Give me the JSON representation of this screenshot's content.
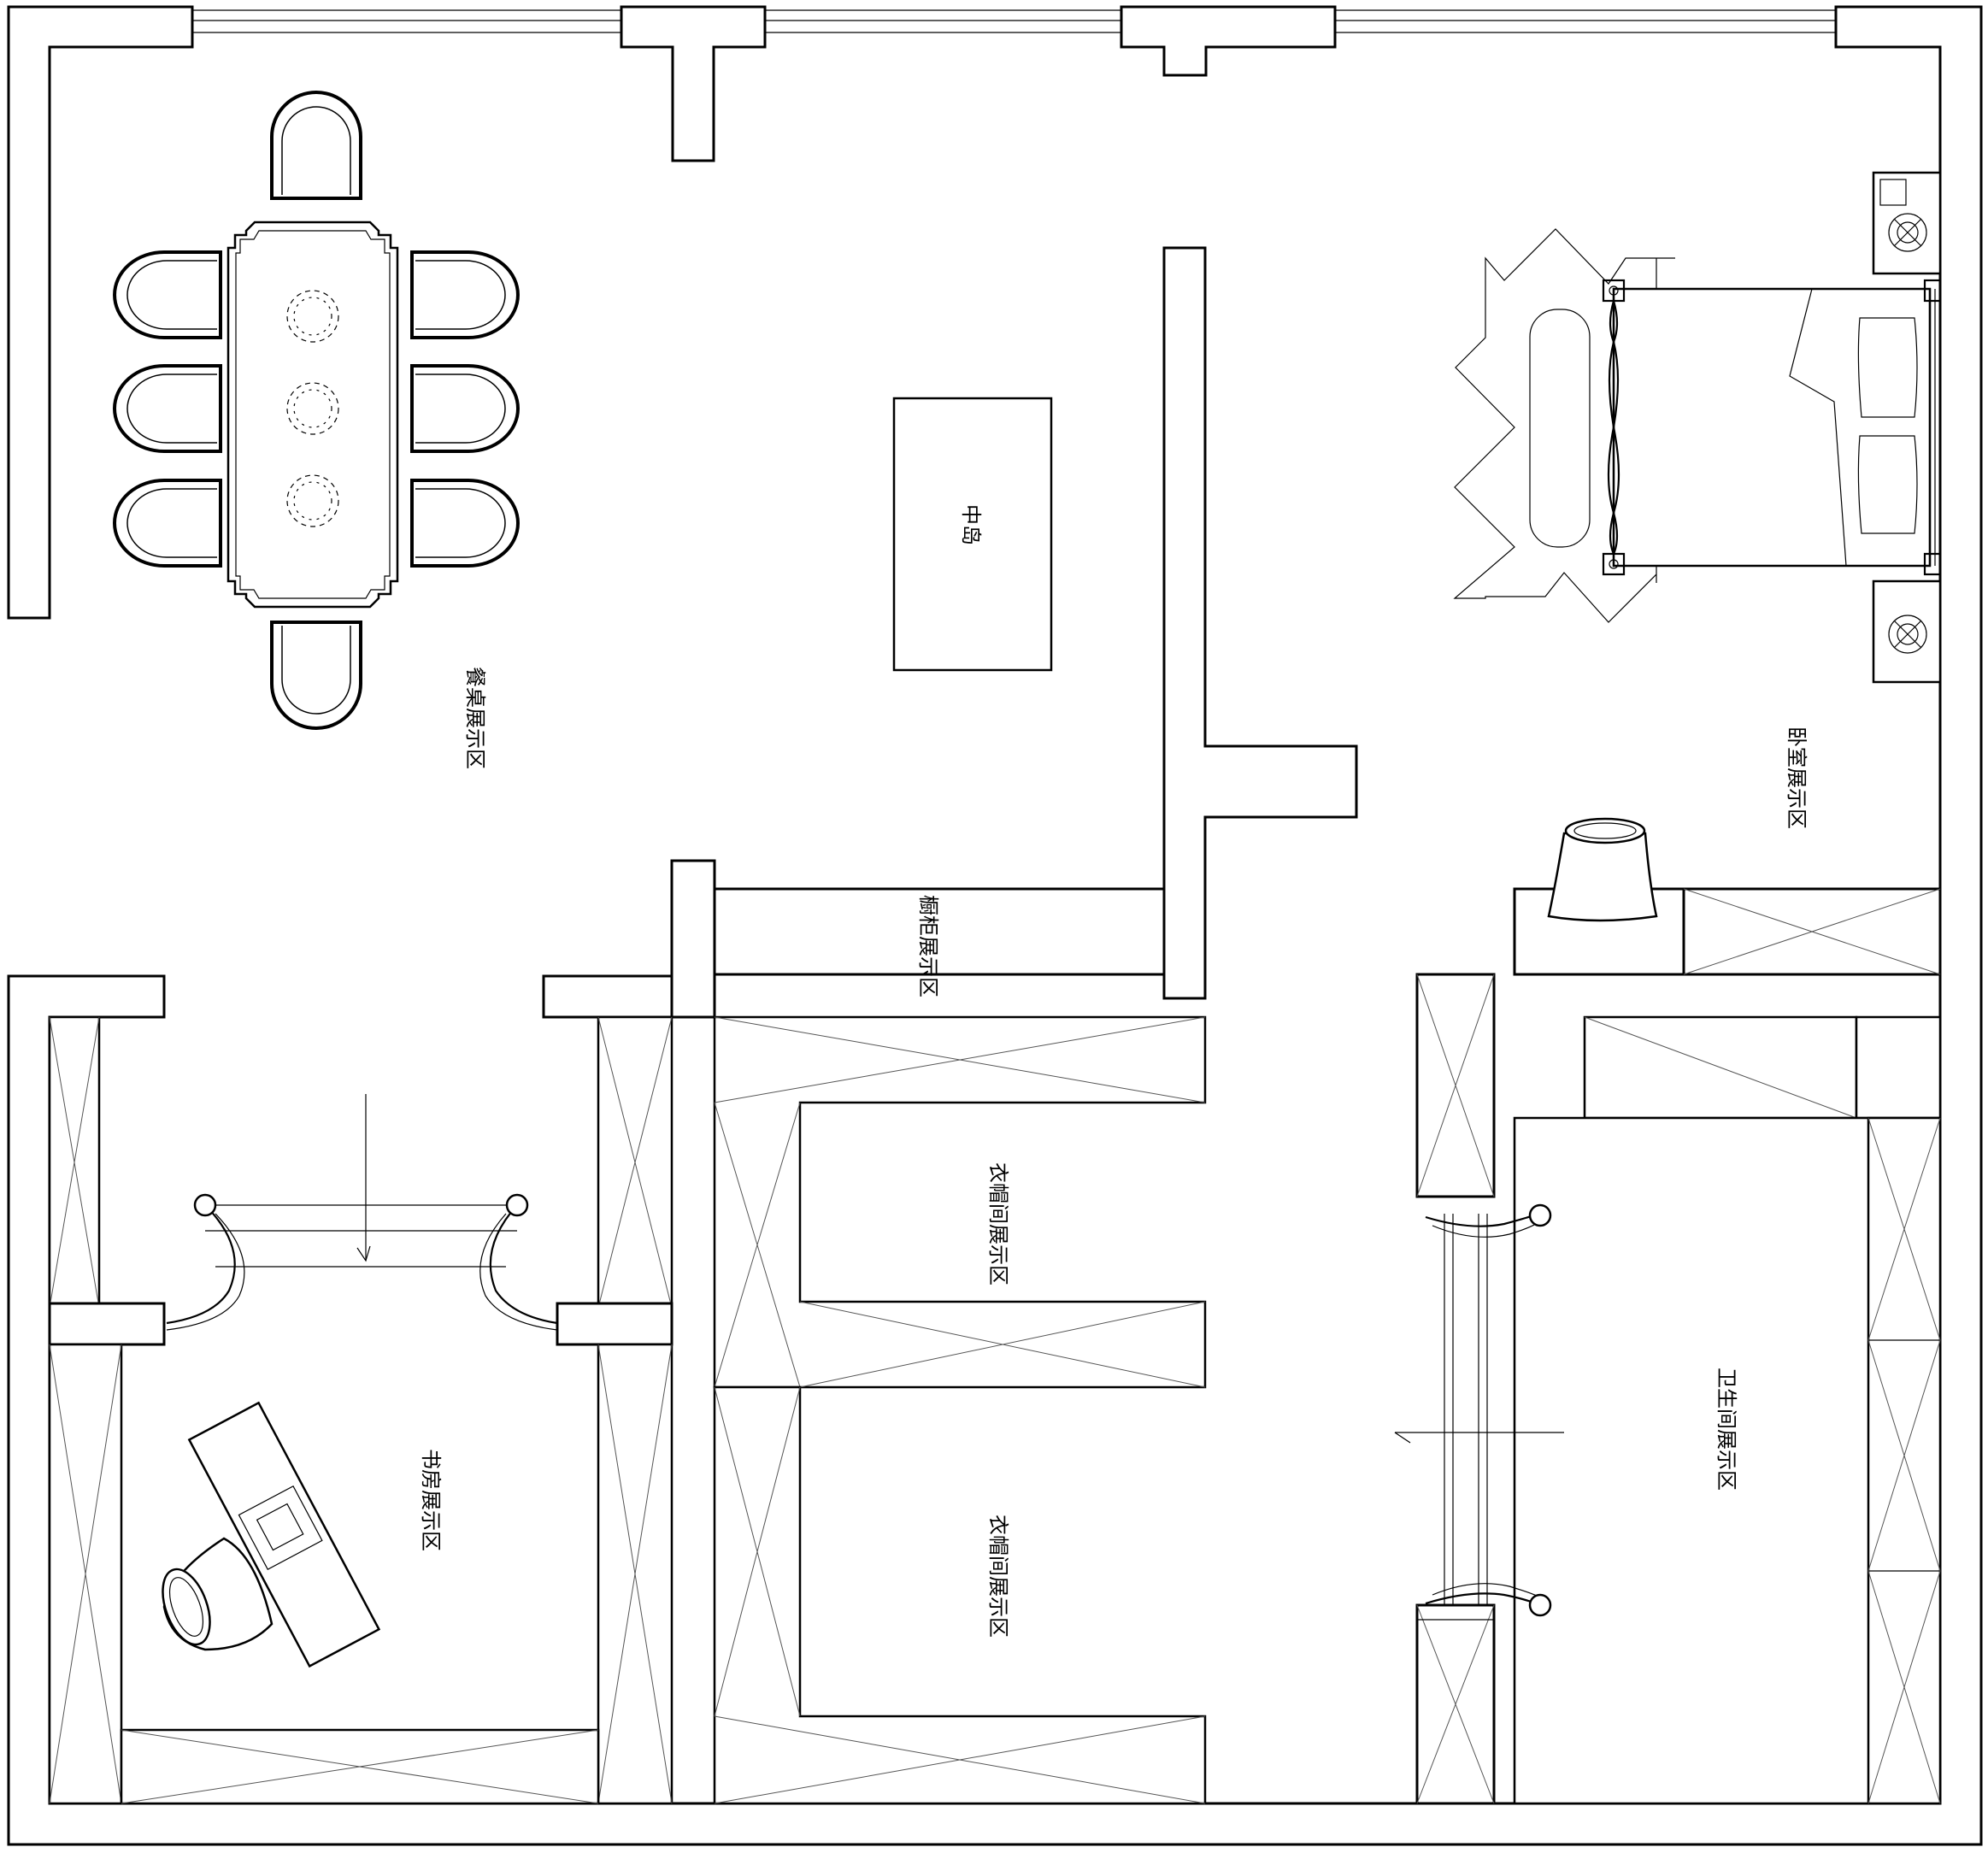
{
  "plan": {
    "labels": {
      "dining": "餐桌展示区",
      "island": "中岛",
      "cabinet": "橱柜展示区",
      "bedroom": "卧室展示区",
      "study": "书房展示区",
      "closet_upper": "衣帽间展示区",
      "closet_lower": "衣帽间展示区",
      "bathroom": "卫生间展示区"
    }
  }
}
